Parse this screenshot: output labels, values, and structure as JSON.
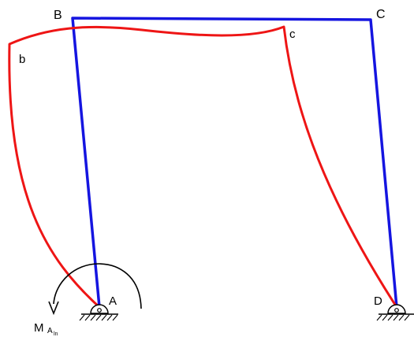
{
  "colors": {
    "original_frame": "#1515e0",
    "deformed_frame": "#ee1515",
    "support": "#000000",
    "moment_arrow": "#000000",
    "background": "#ffffff"
  },
  "labels": {
    "A": "A",
    "B": "B",
    "C": "C",
    "D": "D",
    "b": "b",
    "c": "c"
  },
  "moment": {
    "symbol": "M",
    "sub": "A",
    "subsub": "ln"
  },
  "icons": {
    "support_left": "pin-support-icon",
    "support_right": "pin-support-icon",
    "moment": "curved-arrow-icon"
  }
}
